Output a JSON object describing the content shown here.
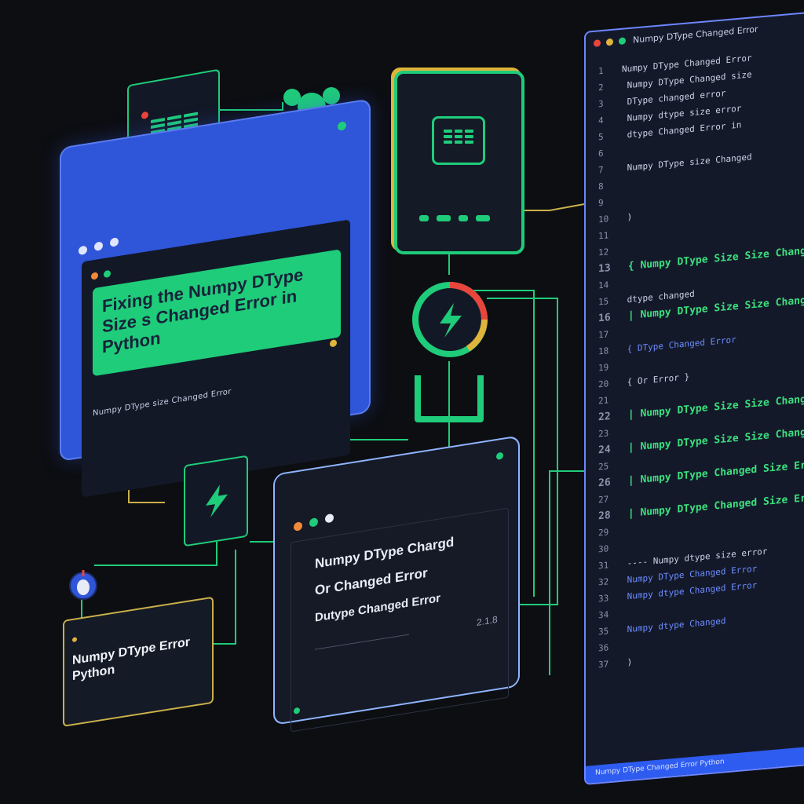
{
  "main_window": {
    "title_line1": "Fixing the Numpy DType",
    "title_line2": "Size s Changed Error in",
    "title_line3": "Python",
    "caption": "Numpy DType size Changed Error"
  },
  "caption_tile": {
    "line1": "Numpy DType Error",
    "line2": "Python"
  },
  "dark_window": {
    "line1": "Numpy DType Chargd",
    "line2": "Or Changed Error",
    "line3": "Dutype Changed Error",
    "version": "2.1.8"
  },
  "code_panel": {
    "header": "Numpy DType Changed Error",
    "lines": [
      {
        "n": "1",
        "t": "Numpy DType Changed Error"
      },
      {
        "n": "2",
        "t": "  Numpy DType Changed size"
      },
      {
        "n": "3",
        "t": "    DType changed error"
      },
      {
        "n": "4",
        "t": "    Numpy dtype size error"
      },
      {
        "n": "5",
        "t": "    dtype Changed Error in"
      },
      {
        "n": "6",
        "t": ""
      },
      {
        "n": "7",
        "t": "  Numpy DType size Changed"
      },
      {
        "n": "8",
        "t": ""
      },
      {
        "n": "9",
        "t": ""
      },
      {
        "n": "10",
        "t": "  )"
      },
      {
        "n": "11",
        "t": ""
      },
      {
        "n": "12",
        "t": ""
      },
      {
        "n": "13",
        "t": "  { Numpy DType Size Size Changed",
        "c": "green"
      },
      {
        "n": "14",
        "t": ""
      },
      {
        "n": "15",
        "t": "  dtype changed"
      },
      {
        "n": "16",
        "t": "  | Numpy DType Size Size Changed",
        "c": "green"
      },
      {
        "n": "17",
        "t": ""
      },
      {
        "n": "18",
        "t": "  { DType Changed Error",
        "c": "blue"
      },
      {
        "n": "19",
        "t": ""
      },
      {
        "n": "20",
        "t": "  { Or  Error }"
      },
      {
        "n": "21",
        "t": ""
      },
      {
        "n": "22",
        "t": "  | Numpy DType Size Size Changed",
        "c": "green"
      },
      {
        "n": "23",
        "t": ""
      },
      {
        "n": "24",
        "t": "  | Numpy DType Size Size Changed",
        "c": "green"
      },
      {
        "n": "25",
        "t": ""
      },
      {
        "n": "26",
        "t": "  | Numpy DType Changed Size Error",
        "c": "green"
      },
      {
        "n": "27",
        "t": ""
      },
      {
        "n": "28",
        "t": "  | Numpy DType Changed Size Error",
        "c": "green"
      },
      {
        "n": "29",
        "t": ""
      },
      {
        "n": "30",
        "t": ""
      },
      {
        "n": "31",
        "t": "  ---- Numpy dtype size error"
      },
      {
        "n": "32",
        "t": "  Numpy DType Changed Error",
        "c": "blue"
      },
      {
        "n": "33",
        "t": "  Numpy dtype Changed Error",
        "c": "blue"
      },
      {
        "n": "34",
        "t": ""
      },
      {
        "n": "35",
        "t": "  Numpy dtype Changed",
        "c": "blue"
      },
      {
        "n": "36",
        "t": ""
      },
      {
        "n": "37",
        "t": "  )"
      }
    ],
    "footer": "Numpy DType Changed Error Python"
  },
  "colors": {
    "background": "#0d0e12",
    "accent_green": "#1fcc7a",
    "accent_blue": "#2f55d8",
    "accent_yellow": "#e0b43a",
    "accent_red": "#e8453c"
  }
}
